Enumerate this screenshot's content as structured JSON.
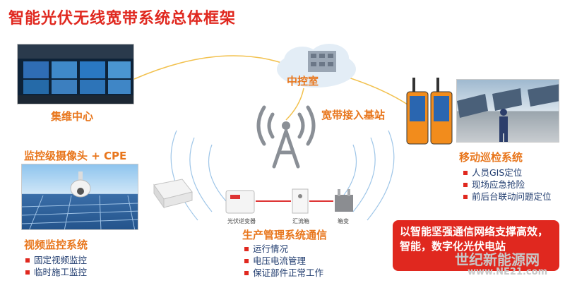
{
  "title": "智能光伏无线宽带系统总体框架",
  "nodes": {
    "control_center": "集维中心",
    "central_room": "中控室",
    "base_station": "宽带接入基站",
    "camera_cpe": "监控级摄像头 + CPE",
    "video_system": "视频监控系统",
    "production_comm": "生产管理系统通信",
    "mobile_inspection": "移动巡检系统"
  },
  "video_items": [
    "固定视频监控",
    "临时施工监控"
  ],
  "production_items": [
    "运行情况",
    "电压电流管理",
    "保证部件正常工作"
  ],
  "mobile_items": [
    "人员GIS定位",
    "现场应急抢险",
    "前后台联动问题定位"
  ],
  "equipment_labels": [
    "光伏逆变器",
    "汇流箱",
    "箱变"
  ],
  "summary_text": "以智能坚强通信网络支撑高效，智能，数字化光伏电站",
  "watermark": {
    "brand": "世纪新能源网",
    "url": "www.NE21.com"
  },
  "colors": {
    "title_red": "#e0281f",
    "label_orange": "#e8761c",
    "label_blue": "#1b6fb8",
    "signal_gray": "#8a8f96"
  }
}
